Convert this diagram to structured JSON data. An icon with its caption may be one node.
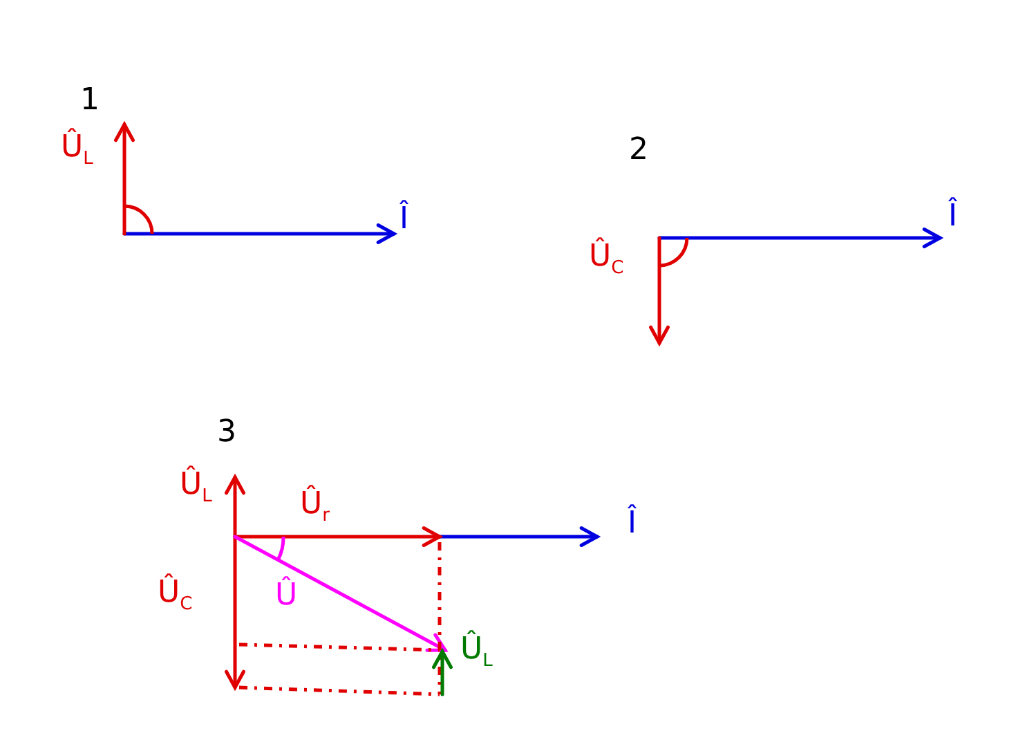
{
  "diagram": {
    "labels": [
      "1",
      "Û$_{L}$",
      "Î",
      "2",
      "Û$_{C}$",
      "Î",
      "3",
      "Û$_{L}$",
      "Û$_{r}$",
      "Î",
      "Û$_{C}$",
      "Û",
      "Û$_{L}$"
    ]
  }
}
